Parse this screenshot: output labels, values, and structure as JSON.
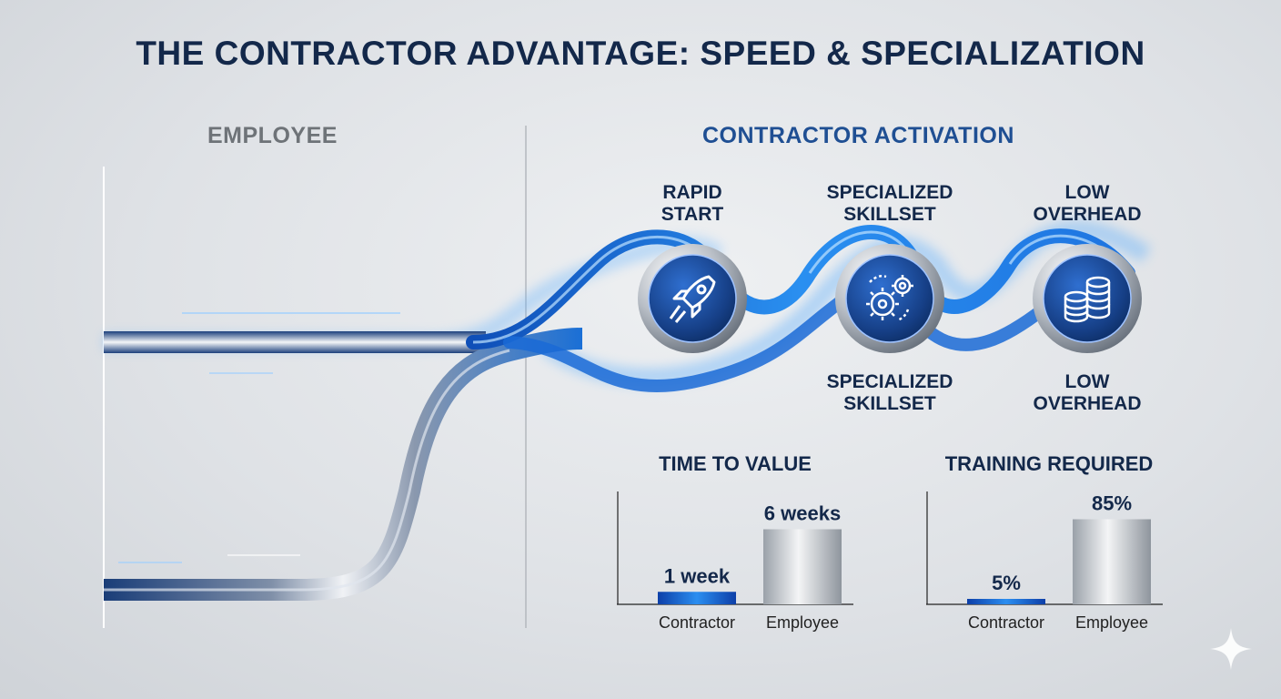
{
  "title": "THE CONTRACTOR ADVANTAGE: SPEED & SPECIALIZATION",
  "sections": {
    "employee": "EMPLOYEE",
    "contractor": "CONTRACTOR ACTIVATION"
  },
  "features_top": [
    {
      "label": "RAPID\nSTART",
      "icon": "rocket-icon"
    },
    {
      "label": "SPECIALIZED\nSKILLSET",
      "icon": "gears-icon"
    },
    {
      "label": "LOW\nOVERHEAD",
      "icon": "coins-icon"
    }
  ],
  "features_bottom": [
    {
      "label": "SPECIALIZED\nSKILLSET"
    },
    {
      "label": "LOW\nOVERHEAD"
    }
  ],
  "colors": {
    "accent": "#1f7ae0",
    "navy": "#13284a",
    "silver": "#c8ccd1"
  },
  "chart_data": [
    {
      "type": "bar",
      "title": "TIME TO VALUE",
      "categories": [
        "Contractor",
        "Employee"
      ],
      "values": [
        1,
        6
      ],
      "value_labels": [
        "1 week",
        "6 weeks"
      ],
      "ylim": [
        0,
        8
      ]
    },
    {
      "type": "bar",
      "title": "TRAINING REQUIRED",
      "categories": [
        "Contractor",
        "Employee"
      ],
      "values": [
        5,
        85
      ],
      "value_labels": [
        "5%",
        "85%"
      ],
      "ylim": [
        0,
        100
      ]
    }
  ]
}
